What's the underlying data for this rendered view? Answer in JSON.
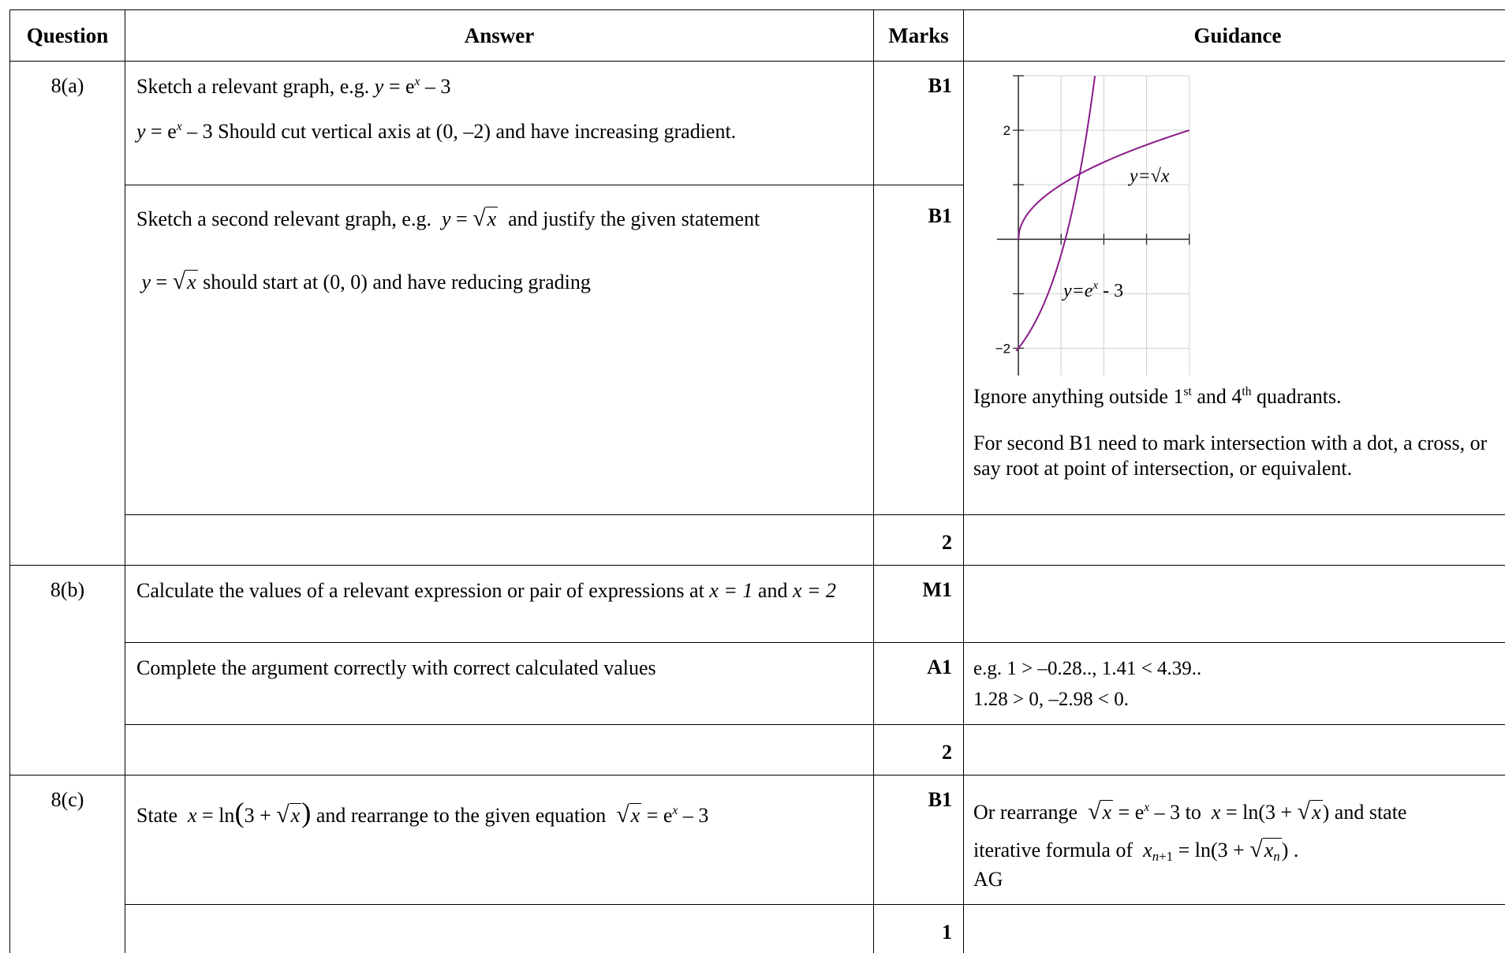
{
  "headers": {
    "question": "Question",
    "answer": "Answer",
    "marks": "Marks",
    "guidance": "Guidance"
  },
  "q8a": {
    "number": "8(a)",
    "r1_line1": "Sketch a relevant graph, e.g.",
    "r1_line2_text": "Should cut vertical axis at (0, –2) and have increasing gradient.",
    "r1_mark": "B1",
    "r2_line1_pre": "Sketch a second relevant graph, e.g.",
    "r2_line1_post": "and justify the given statement",
    "r2_line2_text": "should start at (0, 0) and have reducing grading",
    "r2_mark": "B1",
    "guidance_1": "Ignore anything outside 1",
    "guidance_1_sup1": "st",
    "guidance_1_mid": " and 4",
    "guidance_1_sup2": "th",
    "guidance_1_end": " quadrants.",
    "guidance_2": "For second B1 need to mark intersection with a dot, a cross, or say root at point of intersection, or equivalent.",
    "total": "2"
  },
  "graph": {
    "y_tick_top": "2",
    "y_tick_bottom": "−2",
    "label_sqrt": "y=√x",
    "label_exp_pre": "y=e",
    "label_exp_sup": "x",
    "label_exp_post": " - 3",
    "curve_color": "#8b1a8b",
    "grid_color": "#d0d0d0"
  },
  "chart_data": {
    "type": "line",
    "title": "",
    "xlabel": "",
    "ylabel": "",
    "xlim": [
      0,
      4
    ],
    "ylim": [
      -2.5,
      3
    ],
    "yticks": [
      2,
      -2
    ],
    "grid": true,
    "series": [
      {
        "name": "y=√x",
        "x": [
          0,
          0.25,
          0.5,
          1,
          1.5,
          2,
          3,
          4
        ],
        "y": [
          0,
          0.5,
          0.71,
          1,
          1.22,
          1.41,
          1.73,
          2
        ]
      },
      {
        "name": "y=e^x - 3",
        "x": [
          0,
          0.25,
          0.5,
          0.75,
          1,
          1.25,
          1.5,
          1.75
        ],
        "y": [
          -2,
          -1.72,
          -1.35,
          -0.88,
          -0.28,
          0.49,
          1.48,
          2.75
        ]
      }
    ]
  },
  "q8b": {
    "number": "8(b)",
    "r1_text": "Calculate the values of a relevant expression or pair of expressions at",
    "r1_x1": "x = 1",
    "r1_and": "and",
    "r1_x2": "x = 2",
    "r1_mark": "M1",
    "r2_text": "Complete the argument correctly with correct calculated values",
    "r2_mark": "A1",
    "guidance_line1": "e.g. 1 > –0.28.., 1.41 < 4.39..",
    "guidance_line2": "1.28 > 0, –2.98 < 0.",
    "total": "2"
  },
  "q8c": {
    "number": "8(c)",
    "r1_state": "State",
    "r1_mid": "and rearrange to the given equation",
    "r1_mark": "B1",
    "guidance_pre": "Or rearrange",
    "guidance_to": "to",
    "guidance_post": "and state",
    "guidance_line2": "iterative formula of",
    "guidance_ag": "AG",
    "total": "1"
  }
}
